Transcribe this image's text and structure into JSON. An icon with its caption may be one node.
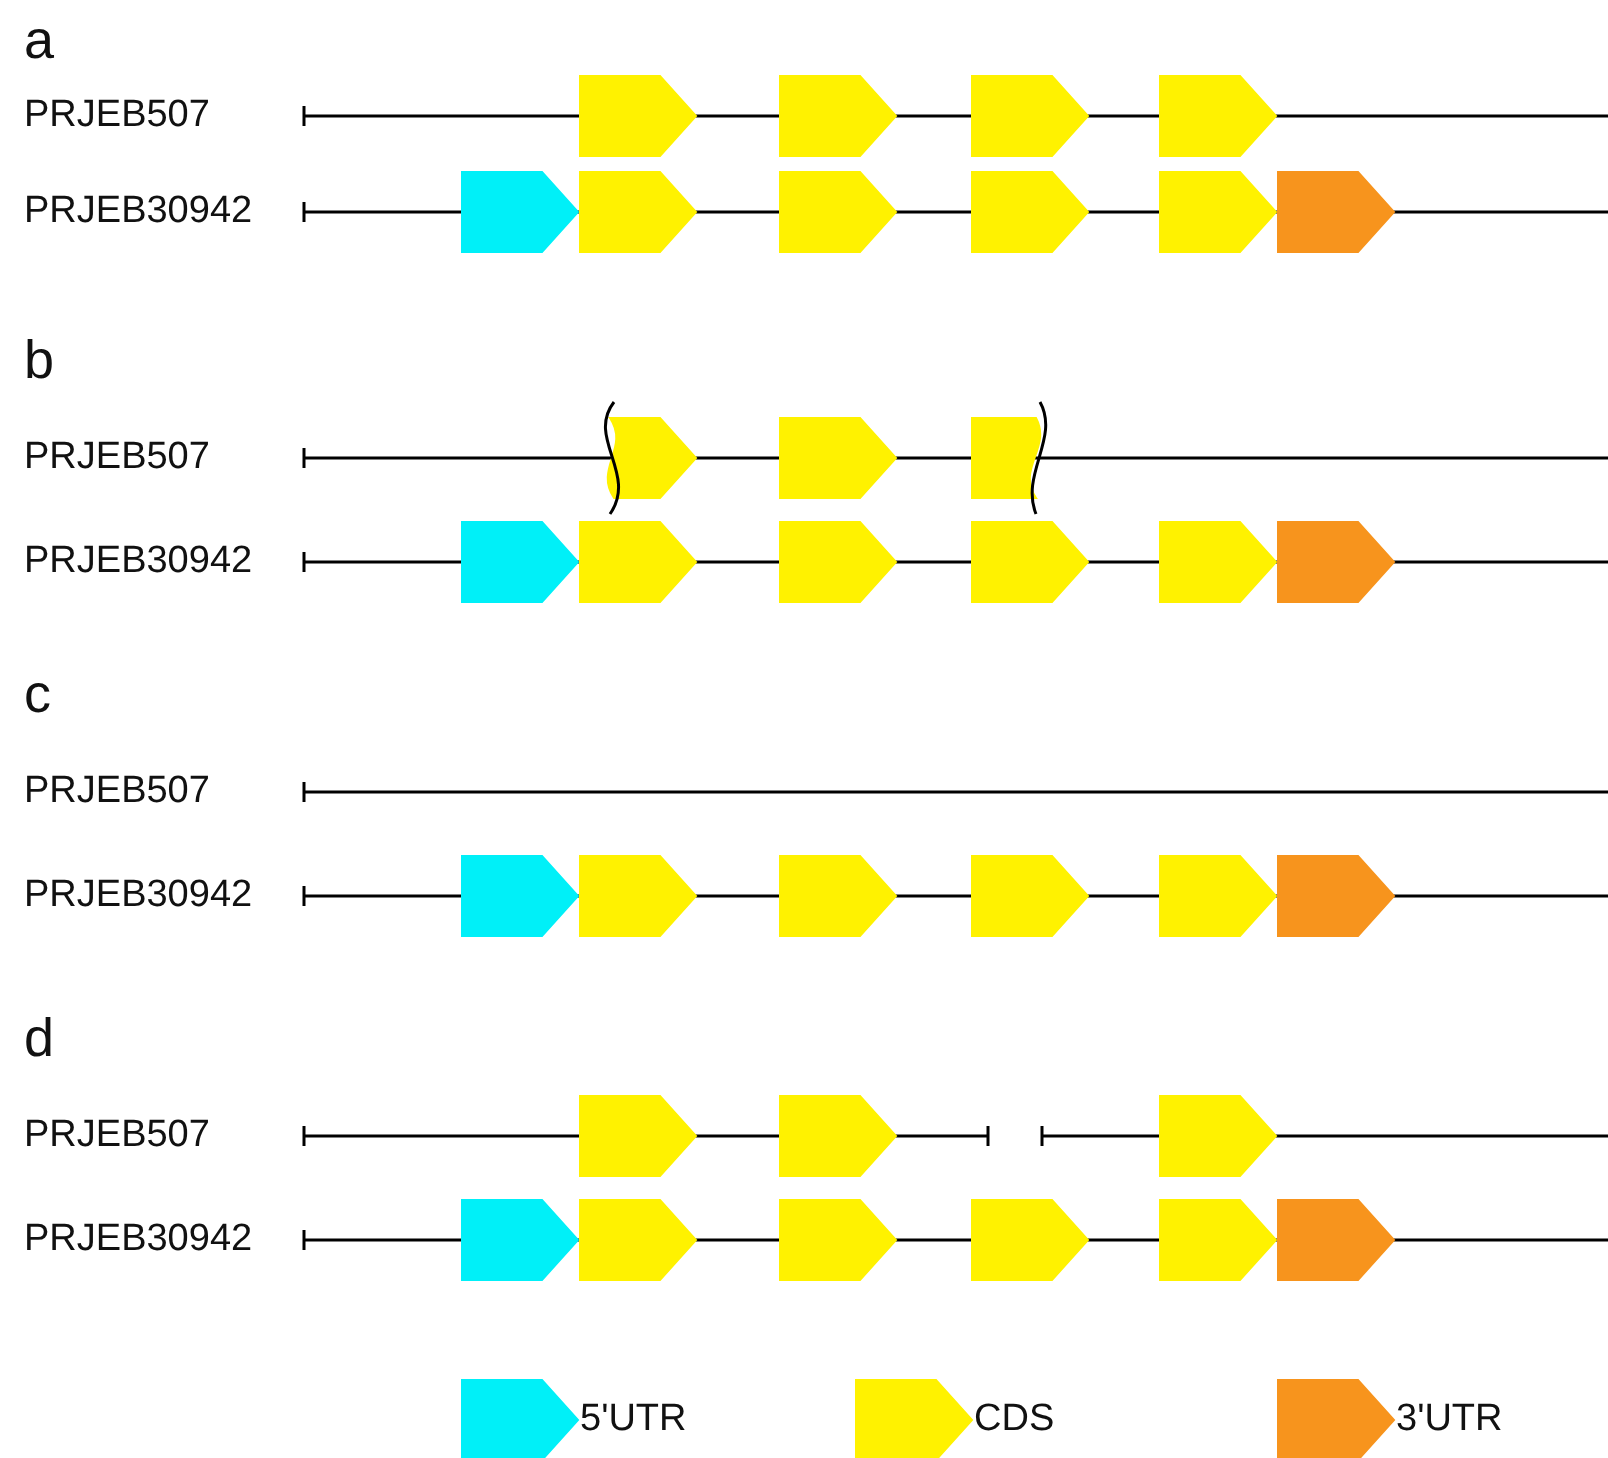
{
  "diagram": {
    "labels": [
      "a",
      "PRJEB507",
      "PRJEB30942",
      "b",
      "PRJEB507",
      "PRJEB30942",
      "c",
      "PRJEB507",
      "PRJEB30942",
      "d",
      "PRJEB507",
      "PRJEB30942"
    ],
    "legend": [
      {
        "text": "5'UTR",
        "color": "#00f0f8"
      },
      {
        "text": "CDS",
        "color": "#fff200"
      },
      {
        "text": "3'UTR",
        "color": "#f7941d"
      }
    ]
  }
}
